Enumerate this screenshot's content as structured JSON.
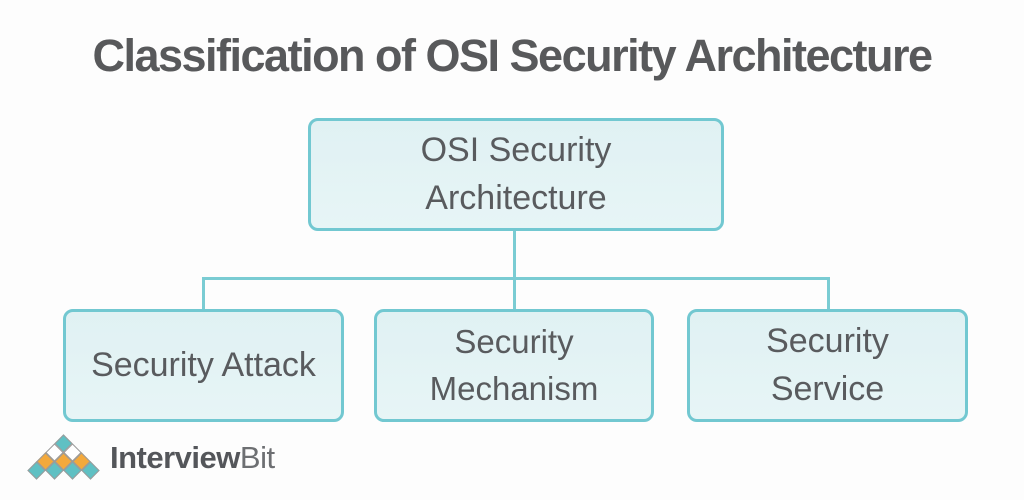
{
  "title": "Classification of OSI Security Architecture",
  "diagram": {
    "root": {
      "label": "OSI Security Architecture"
    },
    "children": [
      {
        "label": "Security Attack"
      },
      {
        "label": "Security Mechanism"
      },
      {
        "label": "Security Service"
      }
    ],
    "colors": {
      "box_fill": "#e2f2f4",
      "box_border": "#72c8d1",
      "connector": "#7accd3",
      "node_text": "#595b5e",
      "title_text": "#58595b"
    }
  },
  "logo": {
    "name": "InterviewBit",
    "text_primary": "Interview",
    "text_secondary": "Bit",
    "colors": {
      "diamond_teal": "#5fc0c3",
      "diamond_orange": "#f3a93c",
      "diamond_white": "#ffffff",
      "text_primary": "#54565a",
      "text_secondary": "#6d6f72"
    }
  }
}
